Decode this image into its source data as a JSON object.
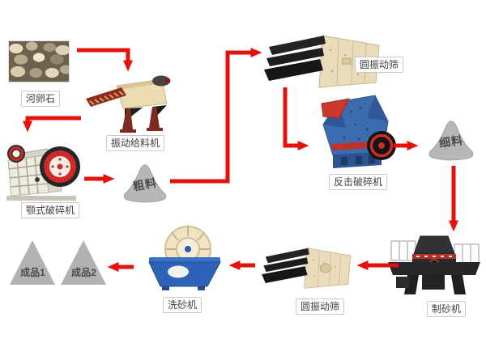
{
  "diagram": {
    "type": "process-flowchart",
    "subject": "sand and gravel crushing production line",
    "colors": {
      "arrow": "#e3120c",
      "pile_fill": "#b7b7b7",
      "pile_text": "#4b4b4b",
      "label_border": "#c9c9c9",
      "label_text": "#3f3f3f",
      "background": "#ffffff"
    },
    "labels": {
      "raw_material": "河卵石",
      "feeder": "振动给料机",
      "jaw_crusher": "颚式破碎机",
      "coarse_pile": "粗料",
      "screen_top": "圆振动筛",
      "impact_crusher": "反击破碎机",
      "fine_pile": "细料",
      "sand_maker": "制砂机",
      "screen_bottom": "圆振动筛",
      "sand_washer": "洗砂机",
      "product1": "成品1",
      "product2": "成品2"
    },
    "flow_sequence": [
      "河卵石 → 振动给料机",
      "振动给料机 → 颚式破碎机",
      "颚式破碎机 → 粗料",
      "粗料 → 圆振动筛",
      "圆振动筛 → 反击破碎机",
      "反击破碎机 → 细料",
      "细料 → 制砂机",
      "制砂机 → 圆振动筛",
      "圆振动筛 → 洗砂机",
      "洗砂机 → 成品1/成品2"
    ]
  }
}
